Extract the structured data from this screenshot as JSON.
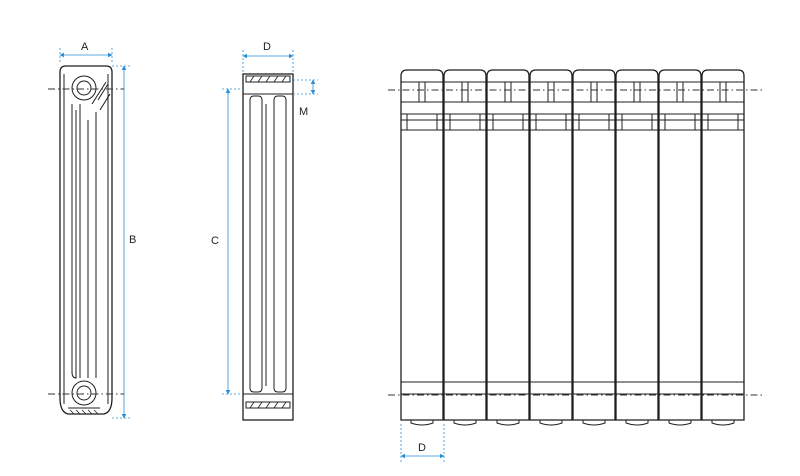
{
  "dimensions": {
    "a": "A",
    "b": "B",
    "c": "C",
    "d_side": "D",
    "m": "M",
    "d_bottom": "D"
  },
  "front_view": {
    "section_count": 8
  }
}
